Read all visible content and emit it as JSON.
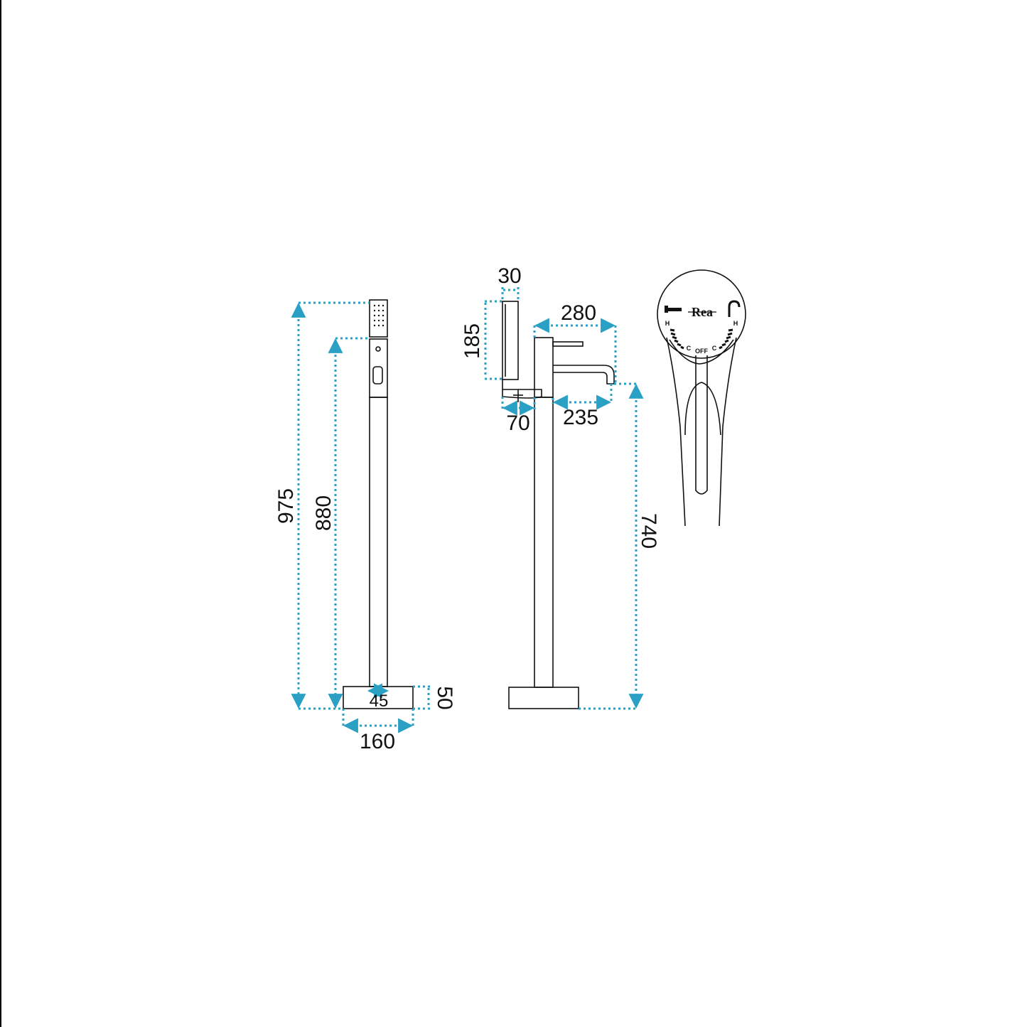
{
  "colors": {
    "dimension": "#2aa0c4",
    "outline": "#111111",
    "background": "#ffffff"
  },
  "front_view": {
    "dims": {
      "total_height": "975",
      "column_height": "880",
      "base_height": "50",
      "column_width": "45",
      "base_width": "160"
    }
  },
  "side_view": {
    "dims": {
      "handset_width": "30",
      "handset_height": "185",
      "spout_reach": "280",
      "spout_to_column": "235",
      "handset_offset": "70",
      "spout_height": "740"
    }
  },
  "handle_detail": {
    "logo": "Rea",
    "label_off": "OFF",
    "label_hot_left": "H",
    "label_hot_right": "H",
    "label_cold_left": "C",
    "label_cold_right": "C",
    "icons": [
      "spout-icon",
      "shower-icon"
    ]
  }
}
